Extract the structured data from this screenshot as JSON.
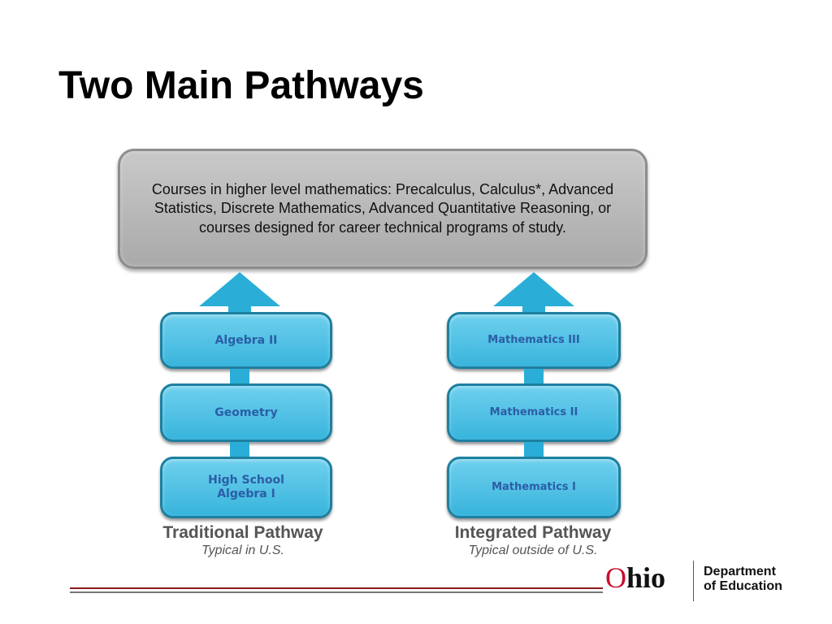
{
  "title": "Two Main Pathways",
  "top_box": {
    "text": "Courses in higher level mathematics: Precalculus, Calculus*, Advanced Statistics, Discrete Mathematics, Advanced Quantitative Reasoning, or courses designed for career technical programs of study."
  },
  "pathways": {
    "traditional": {
      "courses": [
        "Algebra II",
        "Geometry",
        "High School Algebra I"
      ],
      "label": "Traditional Pathway",
      "subtitle": "Typical in U.S."
    },
    "integrated": {
      "courses": [
        "Mathematics III",
        "Mathematics II",
        "Mathematics I"
      ],
      "label": "Integrated Pathway",
      "subtitle": "Typical outside of U.S."
    }
  },
  "logo": {
    "o": "O",
    "rest": "hio",
    "dept_line1": "Department",
    "dept_line2": "of Education"
  },
  "colors": {
    "course_fill": "#38b4dc",
    "course_text": "#2b5da6",
    "top_box_fill": "#b9b9b9",
    "footer_red": "#8b1a1a"
  }
}
